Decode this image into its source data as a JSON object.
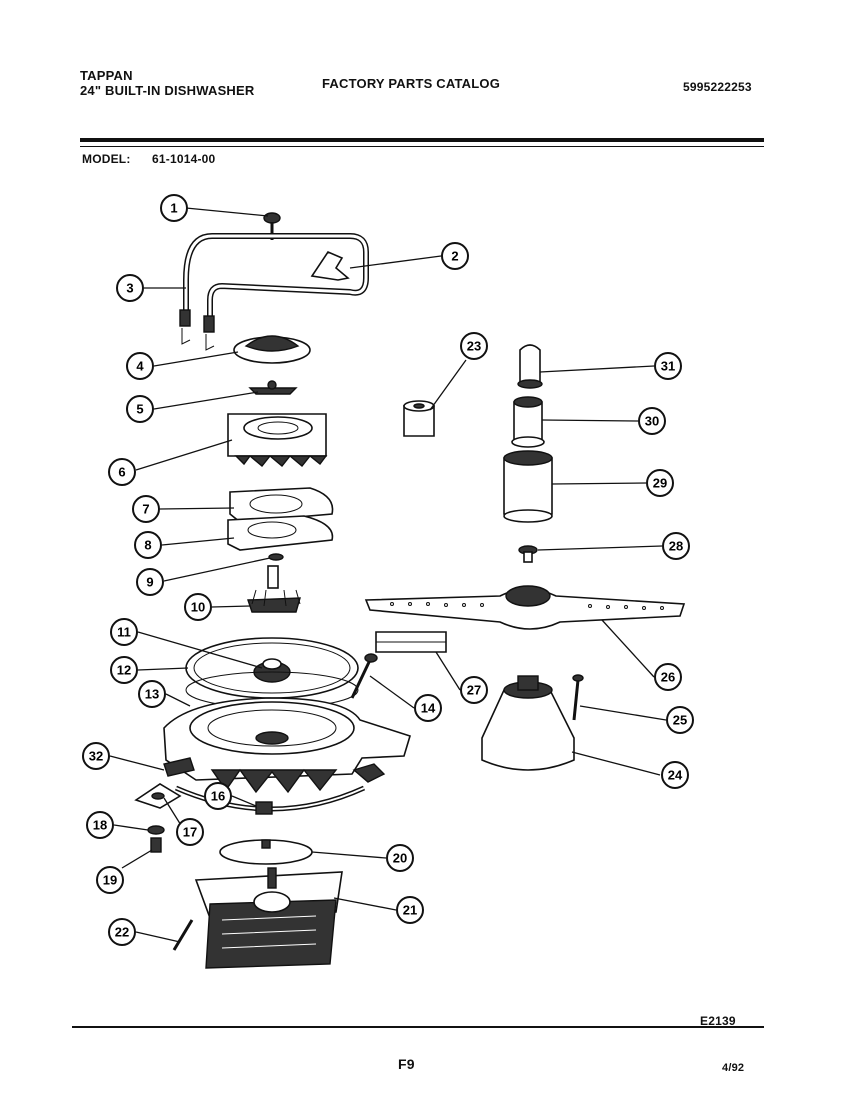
{
  "header": {
    "brand": "TAPPAN",
    "product": "24\" BUILT-IN DISHWASHER",
    "catalog_title": "FACTORY PARTS CATALOG",
    "part_number": "5995222253",
    "model_label": "MODEL:",
    "model_value": "61-1014-00"
  },
  "callouts": {
    "c1": "1",
    "c2": "2",
    "c3": "3",
    "c4": "4",
    "c5": "5",
    "c6": "6",
    "c7": "7",
    "c8": "8",
    "c9": "9",
    "c10": "10",
    "c11": "11",
    "c12": "12",
    "c13": "13",
    "c14": "14",
    "c16": "16",
    "c17": "17",
    "c18": "18",
    "c19": "19",
    "c20": "20",
    "c21": "21",
    "c22": "22",
    "c23": "23",
    "c24": "24",
    "c25": "25",
    "c26": "26",
    "c27": "27",
    "c28": "28",
    "c29": "29",
    "c30": "30",
    "c31": "31",
    "c32": "32"
  },
  "footer": {
    "diagram_code": "E2139",
    "page": "F9",
    "date": "4/92"
  }
}
